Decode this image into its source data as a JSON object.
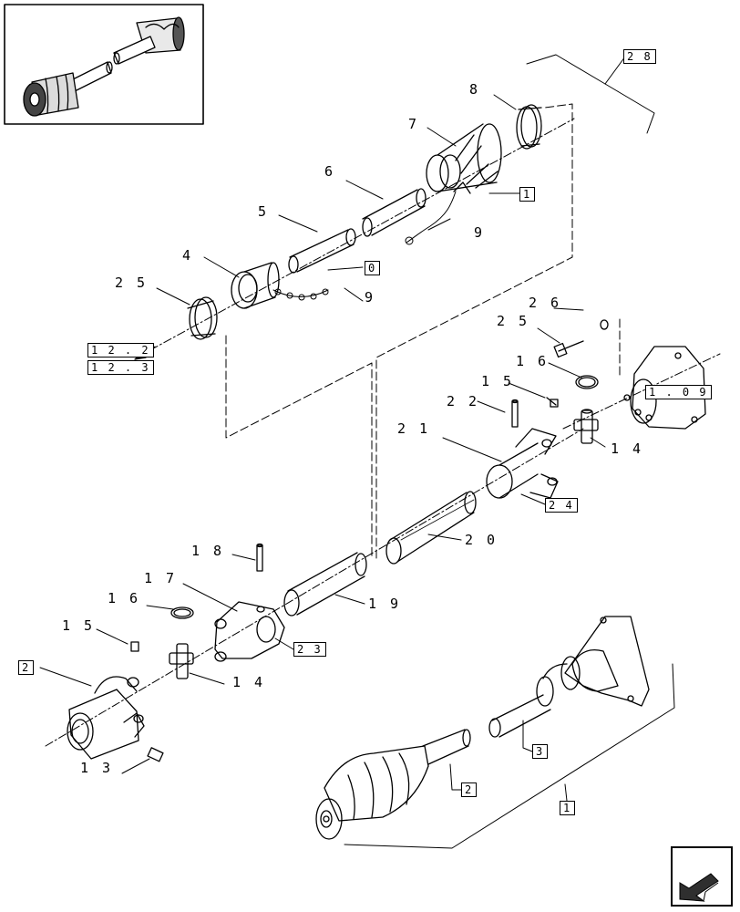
{
  "callouts": {
    "c4": "4",
    "c5": "5",
    "c6": "6",
    "c7": "7",
    "c8": "8",
    "c9a": "9",
    "c9b": "9",
    "c13": "1 3",
    "c14a": "1 4",
    "c14b": "1 4",
    "c15a": "1 5",
    "c15b": "1 5",
    "c16a": "1 6",
    "c16b": "1 6",
    "c17": "1 7",
    "c18": "1 8",
    "c19": "1 9",
    "c20": "2 0",
    "c21": "2 1",
    "c22": "2 2",
    "c25a": "2 5",
    "c25b": "2 5",
    "c26": "2 6"
  },
  "refs": {
    "r28": "2 8",
    "r1a": "1",
    "r0": "0",
    "r122": "1 2 . 2",
    "r123": "1 2 . 3",
    "r109": "1 . 0 9",
    "r24": "2 4",
    "r23": "2 3",
    "r2a": "2",
    "r3": "3",
    "r2b": "2",
    "r1b": "1"
  },
  "colors": {
    "line": "#000000",
    "paper": "#ffffff",
    "nav_fill": "#2f2f2f"
  },
  "icons": {
    "thumbnail": "assembly-thumbnail",
    "nav": "next-page-arrow-icon"
  }
}
